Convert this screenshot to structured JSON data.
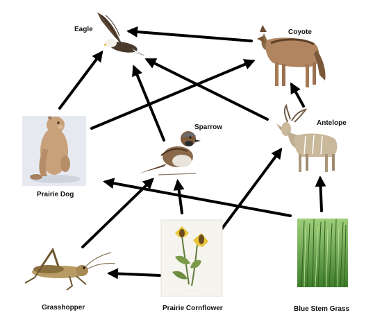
{
  "organisms": {
    "eagle": {
      "label": "Eagle"
    },
    "coyote": {
      "label": "Coyote"
    },
    "prairie_dog": {
      "label": "Prairie Dog"
    },
    "sparrow": {
      "label": "Sparrow"
    },
    "antelope": {
      "label": "Antelope"
    },
    "grasshopper": {
      "label": "Grasshopper"
    },
    "prairie_cornflower": {
      "label": "Prairie Cornflower"
    },
    "blue_stem_grass": {
      "label": "Blue Stem Grass"
    }
  },
  "energy_flows": [
    {
      "from": "Coyote",
      "to": "Eagle"
    },
    {
      "from": "Prairie Dog",
      "to": "Eagle"
    },
    {
      "from": "Sparrow",
      "to": "Eagle"
    },
    {
      "from": "Antelope",
      "to": "Eagle"
    },
    {
      "from": "Prairie Dog",
      "to": "Coyote"
    },
    {
      "from": "Antelope",
      "to": "Coyote"
    },
    {
      "from": "Grasshopper",
      "to": "Sparrow"
    },
    {
      "from": "Prairie Cornflower",
      "to": "Sparrow"
    },
    {
      "from": "Prairie Cornflower",
      "to": "Antelope"
    },
    {
      "from": "Prairie Cornflower",
      "to": "Grasshopper"
    },
    {
      "from": "Blue Stem Grass",
      "to": "Prairie Dog"
    },
    {
      "from": "Blue Stem Grass",
      "to": "Antelope"
    }
  ]
}
